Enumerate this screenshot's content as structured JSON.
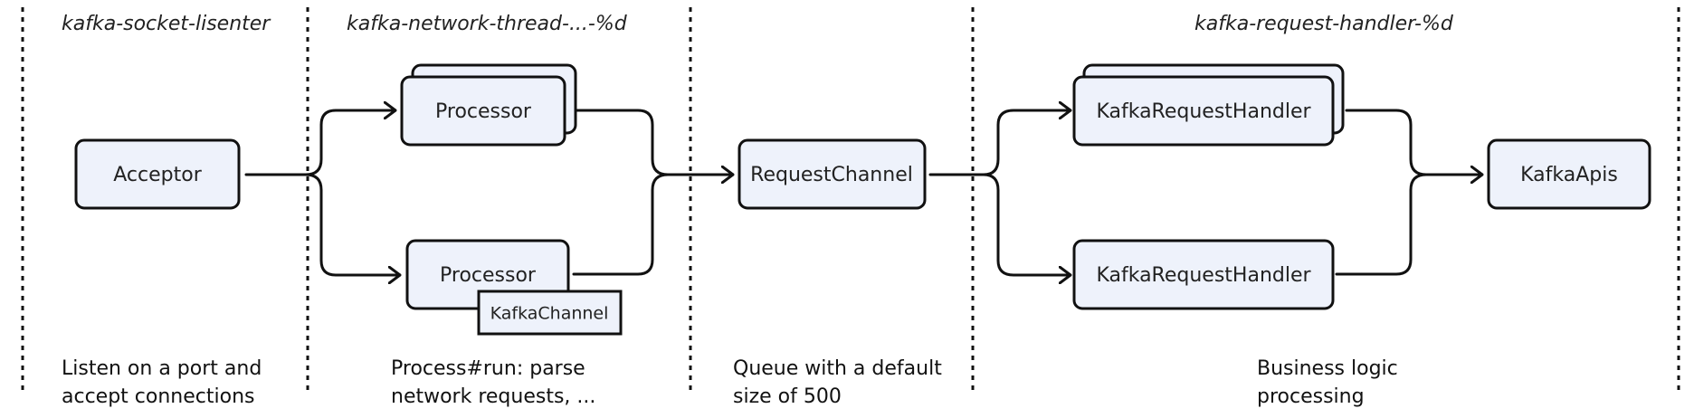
{
  "sections": [
    {
      "title": "kafka-socket-lisenter",
      "description": [
        "Listen on a port and",
        "accept connections"
      ]
    },
    {
      "title": "kafka-network-thread-...-%d",
      "description": [
        "Process#run: parse",
        "network requests, ..."
      ]
    },
    {
      "title": "",
      "description": [
        "Queue with a default",
        "size of 500"
      ]
    },
    {
      "title": "kafka-request-handler-%d",
      "description": [
        "Business logic",
        "processing"
      ]
    }
  ],
  "nodes": {
    "acceptor": "Acceptor",
    "processor_top": "Processor",
    "processor_bottom": "Processor",
    "kafka_channel": "KafkaChannel",
    "request_channel": "RequestChannel",
    "handler_top": "KafkaRequestHandler",
    "handler_bottom": "KafkaRequestHandler",
    "kafka_apis": "KafkaApis"
  },
  "colors": {
    "box_fill": "#eef2fb",
    "stroke": "#111111"
  }
}
